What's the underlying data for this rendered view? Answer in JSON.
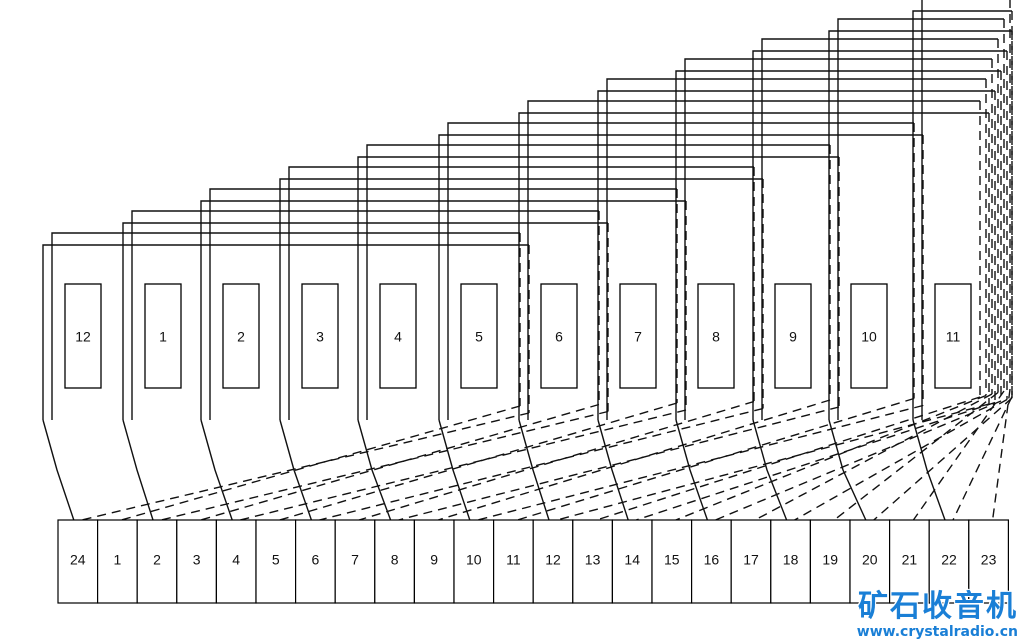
{
  "coils": [
    {
      "label": "12"
    },
    {
      "label": "1"
    },
    {
      "label": "2"
    },
    {
      "label": "3"
    },
    {
      "label": "4"
    },
    {
      "label": "5"
    },
    {
      "label": "6"
    },
    {
      "label": "7"
    },
    {
      "label": "8"
    },
    {
      "label": "9"
    },
    {
      "label": "10"
    },
    {
      "label": "11"
    }
  ],
  "commutator": [
    {
      "label": "24"
    },
    {
      "label": "1"
    },
    {
      "label": "2"
    },
    {
      "label": "3"
    },
    {
      "label": "4"
    },
    {
      "label": "5"
    },
    {
      "label": "6"
    },
    {
      "label": "7"
    },
    {
      "label": "8"
    },
    {
      "label": "9"
    },
    {
      "label": "10"
    },
    {
      "label": "11"
    },
    {
      "label": "12"
    },
    {
      "label": "13"
    },
    {
      "label": "14"
    },
    {
      "label": "15"
    },
    {
      "label": "16"
    },
    {
      "label": "17"
    },
    {
      "label": "18"
    },
    {
      "label": "19"
    },
    {
      "label": "20"
    },
    {
      "label": "21"
    },
    {
      "label": "22"
    },
    {
      "label": "23"
    }
  ],
  "watermark": {
    "title": "矿石收音机",
    "url": "www.crystalradio.cn"
  },
  "colors": {
    "line": "#111111",
    "watermark": "#1a7fd6"
  }
}
